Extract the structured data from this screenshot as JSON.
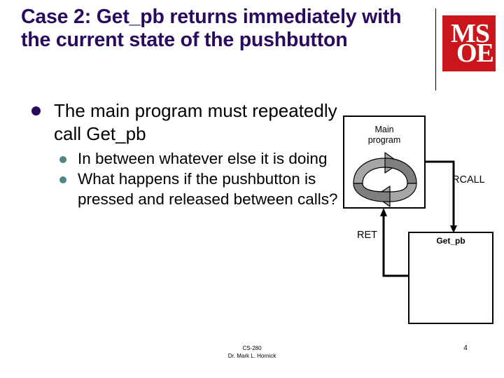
{
  "slide": {
    "title": "Case 2: Get_pb returns immediately with the current state of the pushbutton",
    "title_color": "#2A0A5E",
    "background_color": "#FFFFFF"
  },
  "logo": {
    "name": "MSOE",
    "line_top": "MS",
    "line_bottom": "OE",
    "color": "#C8161B",
    "text_color": "#FFFFFF"
  },
  "body": {
    "level1_bullet_color": "#2A0A5E",
    "level2_bullet_color": "#4E8585",
    "bullets": [
      {
        "level": 1,
        "text": "The main program must repeatedly call Get_pb"
      },
      {
        "level": 2,
        "text": "In between whatever else it is doing"
      },
      {
        "level": 2,
        "text": "What happens if the pushbutton is pressed and released between calls?"
      }
    ]
  },
  "diagram": {
    "boxes": [
      {
        "id": "main",
        "label": "Main\nprogram",
        "label_line1": "Main",
        "label_line2": "program"
      },
      {
        "id": "getpb",
        "label": "Get_pb"
      }
    ],
    "edges": [
      {
        "id": "rcall",
        "label": "RCALL",
        "from": "main",
        "to": "getpb"
      },
      {
        "id": "ret",
        "label": "RET",
        "from": "getpb",
        "to": "main"
      }
    ],
    "cycle_icon": {
      "name": "circular-loop-arrows",
      "arrow_fill_light": "#A6A6A6",
      "arrow_fill_dark": "#808080",
      "outline": "#000000"
    },
    "line_color": "#000000"
  },
  "footer": {
    "course": "CS-280",
    "instructor": "Dr. Mark L. Hornick",
    "page_number": "4"
  }
}
